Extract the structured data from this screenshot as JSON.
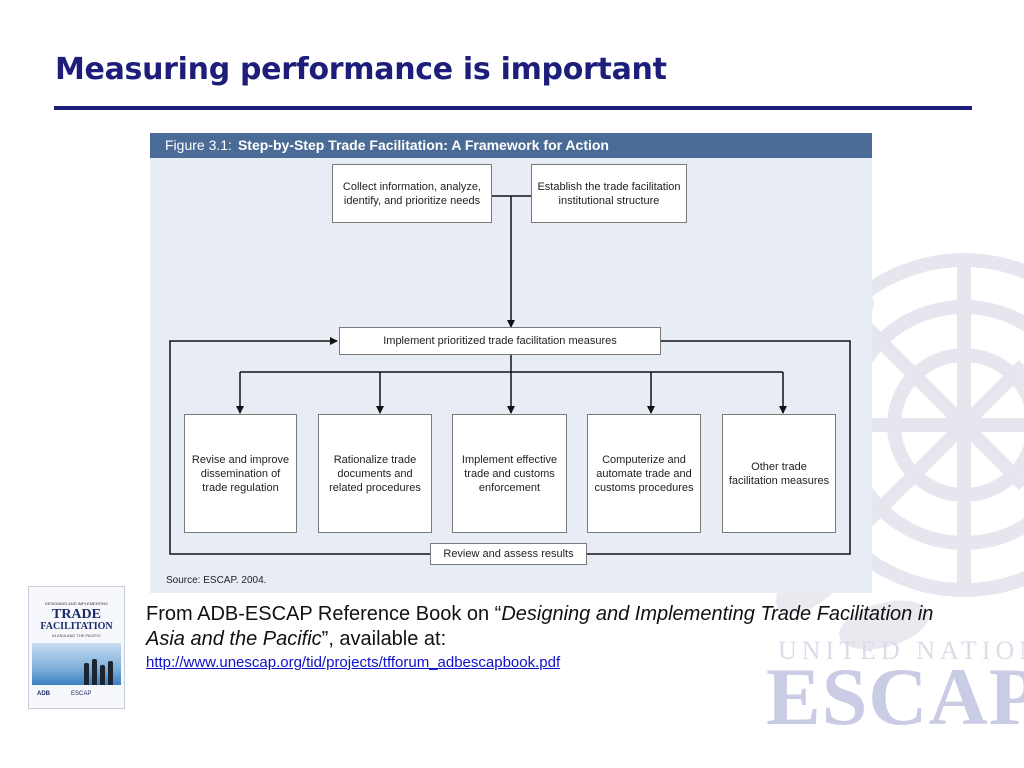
{
  "slide": {
    "title": "Measuring performance is important"
  },
  "figure": {
    "label": "Figure 3.1:",
    "title": "Step-by-Step Trade Facilitation: A Framework for Action",
    "boxes": {
      "collect": "Collect information, analyze, identify, and prioritize needs",
      "establish": "Establish the trade facilitation institutional structure",
      "implement": "Implement prioritized trade facilitation measures",
      "revise": "Revise and improve dissemination of trade regulation",
      "rationalize": "Rationalize trade documents and related procedures",
      "enforce": "Implement effective trade and customs enforcement",
      "computerize": "Computerize and automate trade and customs procedures",
      "other": "Other trade facilitation measures",
      "review": "Review and assess results"
    },
    "source": "Source: ESCAP. 2004."
  },
  "book": {
    "top": "DESIGNING AND IMPLEMENTING",
    "title_line1": "TRADE",
    "title_line2": "FACILITATION",
    "subtitle": "IN ASIA AND THE PACIFIC",
    "logo_left": "ADB",
    "logo_right": "ESCAP"
  },
  "caption": {
    "prefix": "From ADB-ESCAP Reference Book on “",
    "book_title": "Designing and Implementing Trade Facilitation in Asia and the Pacific",
    "suffix": "”, available at:",
    "link": "http://www.unescap.org/tid/projects/tfforum_adbescapbook.pdf"
  },
  "watermark": {
    "sub": "UNITED NATIONS",
    "main": "ESCAP"
  },
  "colors": {
    "title": "#1c1e7a",
    "figure_header": "#4a6b96",
    "figure_bg": "#e8edf5",
    "link": "#1111cc"
  }
}
